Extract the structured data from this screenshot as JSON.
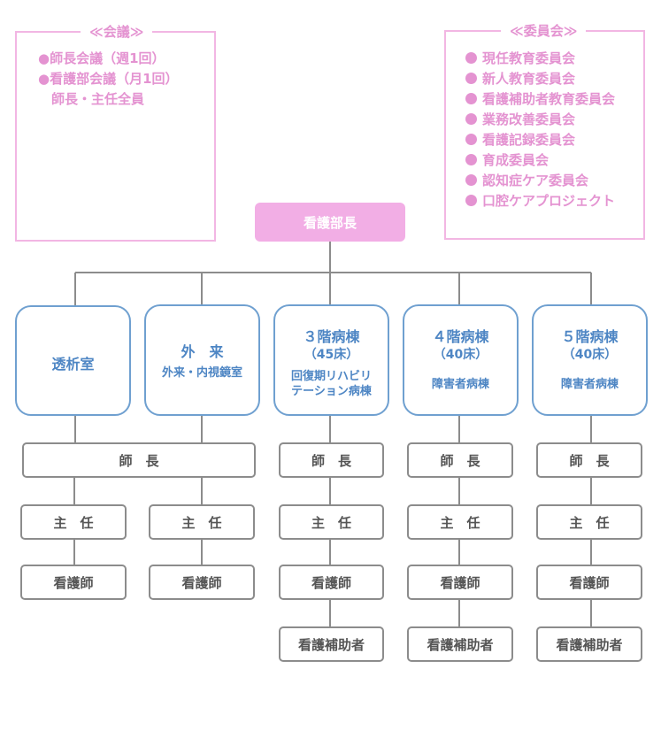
{
  "meetings": {
    "title": "≪会議≫",
    "items": [
      "●師長会議（週1回）",
      "●看護部会議（月1回）",
      "　師長・主任全員"
    ]
  },
  "committees": {
    "title": "≪委員会≫",
    "items": [
      "現任教育委員会",
      "新人教育委員会",
      "看護補助者教育委員会",
      "業務改善委員会",
      "看護記録委員会",
      "育成委員会",
      "認知症ケア委員会",
      "口腔ケアプロジェクト"
    ]
  },
  "head": "看護部長",
  "departments": [
    {
      "name": "透析室"
    },
    {
      "name": "外　来",
      "sub": "外来・内視鏡室"
    },
    {
      "name": "３階病棟",
      "beds": "（45床）",
      "sub1": "回復期リハビリ",
      "sub2": "テーション病棟"
    },
    {
      "name": "４階病棟",
      "beds": "（40床）",
      "sub": "障害者病棟"
    },
    {
      "name": "５階病棟",
      "beds": "（40床）",
      "sub": "障害者病棟"
    }
  ],
  "roles": {
    "head_nurse": "師　長",
    "chief": "主　任",
    "nurse": "看護師",
    "assistant": "看護補助者"
  }
}
